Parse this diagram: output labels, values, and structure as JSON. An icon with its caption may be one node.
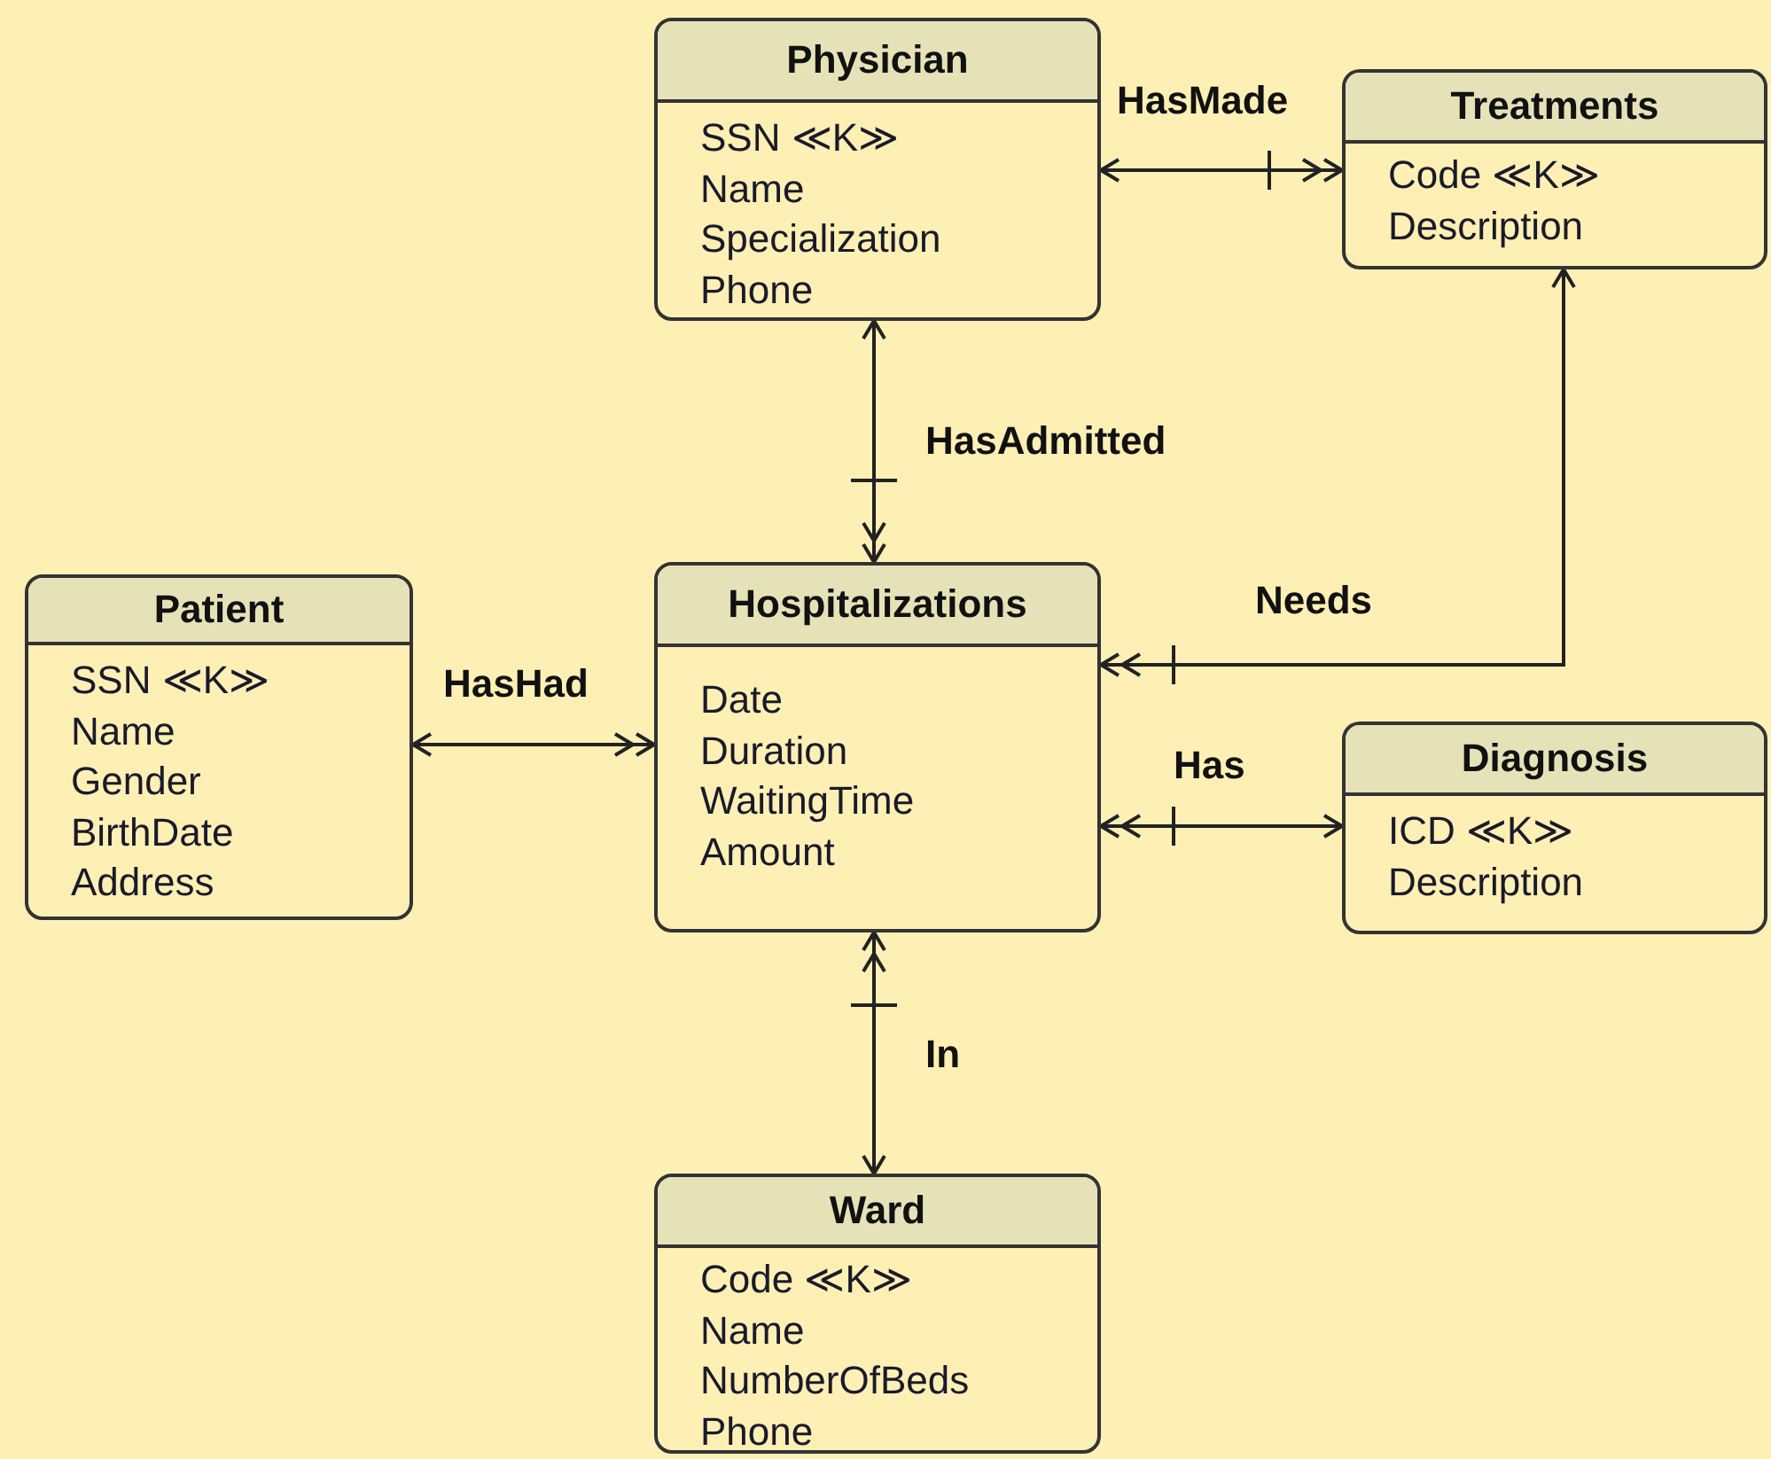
{
  "diagram": {
    "nodes": [
      {
        "text": [
          "Physician",
          "SSN ≪K≫",
          "Name",
          "Specialization",
          "Phone"
        ]
      },
      {
        "text": [
          "Treatments",
          "Code ≪K≫",
          "Description"
        ]
      },
      {
        "text": [
          "Patient",
          "SSN ≪K≫",
          "Name",
          "Gender",
          "BirthDate",
          "Address"
        ]
      },
      {
        "text": [
          "Hospitalizations",
          "Date",
          "Duration",
          "WaitingTime",
          "Amount"
        ]
      },
      {
        "text": [
          "Diagnosis",
          "ICD ≪K≫",
          "Description"
        ]
      },
      {
        "text": [
          "Ward",
          "Code ≪K≫",
          "Name",
          "NumberOfBeds",
          "Phone"
        ]
      }
    ],
    "edges": [
      {
        "from": 0,
        "to": 1,
        "arrow": "both",
        "label": "HasMade"
      },
      {
        "from": 0,
        "to": 3,
        "arrow": "both",
        "label": "HasAdmitted"
      },
      {
        "from": 1,
        "to": 3,
        "arrow": "both",
        "label": "Needs"
      },
      {
        "from": 3,
        "to": 4,
        "arrow": "both",
        "label": "Has"
      },
      {
        "from": 2,
        "to": 3,
        "arrow": "both",
        "label": "HasHad"
      },
      {
        "from": 3,
        "to": 5,
        "arrow": "both",
        "label": "In"
      }
    ]
  }
}
